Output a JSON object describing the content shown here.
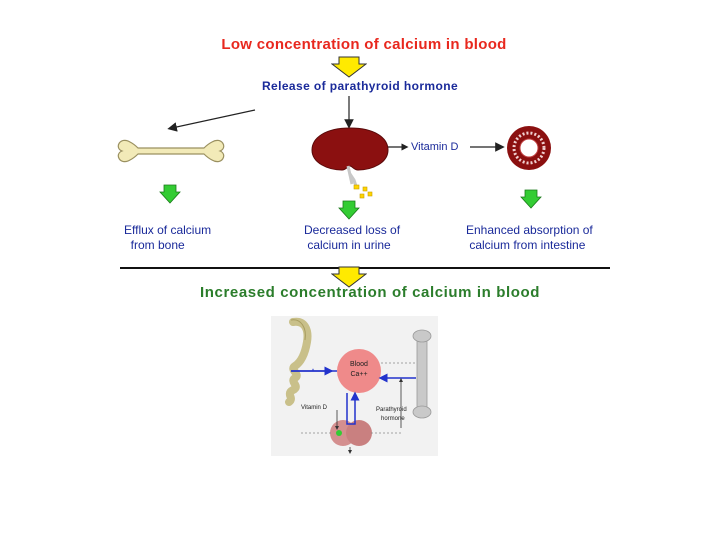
{
  "header": {
    "title": "Low concentration of calcium in blood",
    "subtitle": "Release of parathyroid hormone"
  },
  "organs": {
    "vitamin_d_label": "Vitamin D"
  },
  "effects": {
    "bone": "Efflux of calcium\n  from bone",
    "kidney": "Decreased loss of\n calcium in urine",
    "intestine": "Enhanced absorption of\n calcium from intestine"
  },
  "result": {
    "title": "Increased concentration of calcium in blood"
  },
  "inset": {
    "blood_label": "Blood",
    "ca_label": "Ca++",
    "vitamin_d_label": "Vitamin D",
    "pth_label_line1": "Parathyroid",
    "pth_label_line2": "hormone"
  },
  "colors": {
    "red_title": "#e8281e",
    "blue_text": "#1a2a9a",
    "green_title": "#2b7d2b",
    "arrow_yellow": "#ffea00",
    "arrow_green": "#33cc33",
    "kidney_red": "#8b1010"
  }
}
